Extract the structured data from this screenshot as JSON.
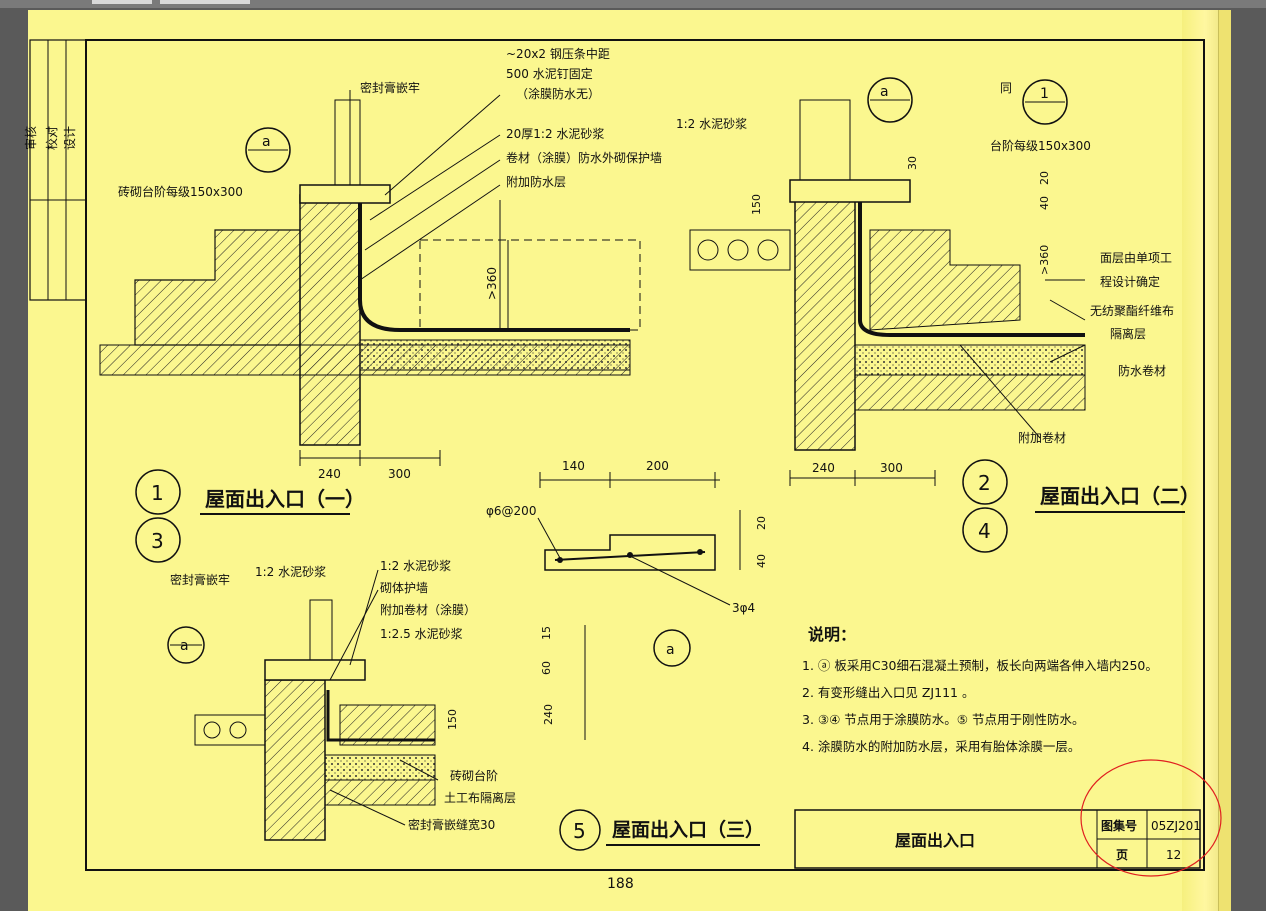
{
  "colors": {
    "paper": "#fbf78f",
    "ink": "#111111",
    "annotation_circle": "#e02020",
    "viewer_bg": "#5a5a5a"
  },
  "detail1": {
    "notes": [
      "~20x2 钢压条中距",
      "500 水泥钉固定",
      "（涂膜防水无）",
      "20厚1:2 水泥砂浆",
      "卷材（涂膜）防水外砌保护墙",
      "附加防水层"
    ],
    "seal": "密封膏嵌牢",
    "steps": "砖砌台阶每级150x300",
    "dim_height": ">360",
    "dims": [
      "240",
      "300"
    ],
    "callout": "a",
    "numbers": [
      "1",
      "3"
    ],
    "title": "屋面出入口（一）"
  },
  "detail2": {
    "mortar": "1:2 水泥砂浆",
    "same": "同",
    "callout": "1",
    "steps": "台阶每级150x300",
    "dims_v": [
      "30",
      "20",
      "40",
      "150",
      ">360"
    ],
    "dims": [
      "240",
      "300"
    ],
    "notes": [
      "面层由单项工",
      "程设计确定",
      "无纺聚酯纤维布",
      "隔离层",
      "防水卷材",
      "附加卷材"
    ],
    "numbers": [
      "2",
      "4"
    ],
    "title": "屋面出入口（二）"
  },
  "detail_a": {
    "dims": [
      "140",
      "200"
    ],
    "dims_v": [
      "20",
      "40"
    ],
    "rebar": "φ6@200",
    "rebar2": "3φ4",
    "label": "a"
  },
  "detail5": {
    "seal": "密封膏嵌牢",
    "mortar": "1:2 水泥砂浆",
    "notes": [
      "1:2 水泥砂浆",
      "砌体护墙",
      "附加卷材（涂膜）",
      "1:2.5 水泥砂浆"
    ],
    "dims_v": [
      "15",
      "60",
      "240",
      "150"
    ],
    "bottom_notes": [
      "砖砌台阶",
      "土工布隔离层"
    ],
    "seal2": "密封膏嵌缝宽30",
    "number": "5",
    "title": "屋面出入口（三）"
  },
  "explanation": {
    "heading": "说明：",
    "items": [
      "1. ⓐ 板采用C30细石混凝土预制，板长向两端各伸入墙内250。",
      "2. 有变形缝出入口见 ZJ111 。",
      "3. ③④ 节点用于涂膜防水。⑤ 节点用于刚性防水。",
      "4. 涂膜防水的附加防水层，采用有胎体涂膜一层。"
    ]
  },
  "title_block": {
    "title": "屋面出入口",
    "atlas_label": "图集号",
    "atlas_value": "05ZJ201",
    "page_label": "页",
    "page_value": "12"
  },
  "side_block": {
    "col1": "审核",
    "col2": "校对",
    "col3": "设计"
  },
  "page_number": "188"
}
